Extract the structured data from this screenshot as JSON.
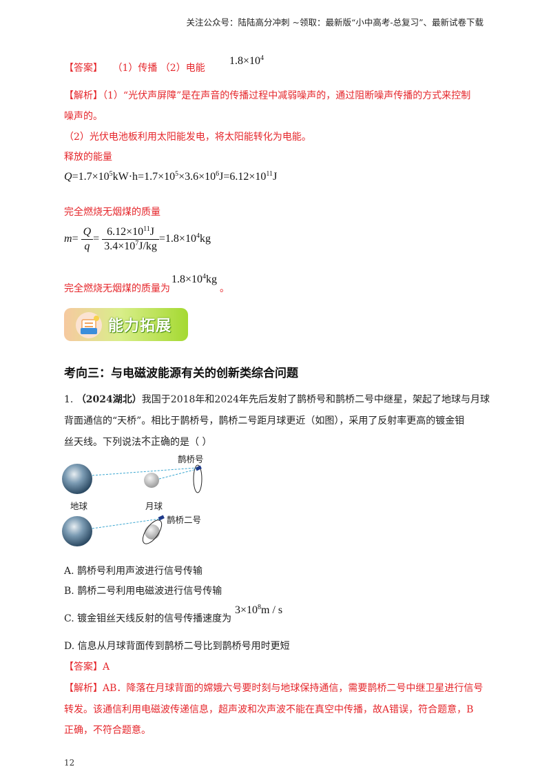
{
  "header": "关注公众号：陆陆高分冲刺  ~领取：最新版“小中高考-总复习”、最新试卷下载",
  "answer1": {
    "tag": "【答案】",
    "parts": "（1）传播  （2）电能",
    "value": "1.8×10",
    "value_exp": "4"
  },
  "analysis1": {
    "tag": "【解析】",
    "line1": "（1）“光伏声屏障”是在声音的传播过程中减弱噪声的，通过阻断噪声传播的方式来控制",
    "line2": "噪声的。",
    "line3": "（2）光伏电池板利用太阳能发电，将太阳能转化为电能。",
    "line4": "释放的能量",
    "eq1": {
      "q": "Q",
      "a": "=1.7×10",
      "a_exp": "5",
      "b": "kW·h=1.7×10",
      "b_exp": "5",
      "c": "×3.6×10",
      "c_exp": "6",
      "d": "J=6.12×10",
      "d_exp": "11",
      "e": "J"
    },
    "line5": "完全燃烧无烟煤的质量",
    "eq2": {
      "m": "m",
      "eq": "=",
      "Q": "Q",
      "q": "q",
      "num": "6.12×10",
      "num_exp": "11",
      "num_unit": "J",
      "den": "3.4×10",
      "den_exp": "7",
      "den_unit": "J/kg",
      "res": "=1.8×10",
      "res_exp": "4",
      "res_unit": "kg"
    },
    "line6": "完全燃烧无烟煤的质量为",
    "line6_val": "1.8×10",
    "line6_exp": "4",
    "line6_unit": "kg",
    "line6_end": "。"
  },
  "banner": {
    "title": "能力拓展"
  },
  "section_title": "考向三：与电磁波能源有关的创新类综合问题",
  "question": {
    "num": "1.",
    "source": "（2024湖北）",
    "line1": "我国于2018年和2024年先后发射了鹊桥号和鹊桥二号中继星，架起了地球与月球",
    "line2": "背面通信的“天桥”。相比于鹊桥号，鹊桥二号距月球更近（如图），采用了反射率更高的镀金钼",
    "line3a": "丝天线。下列说法",
    "line3_dotted": [
      "不",
      "正",
      "确"
    ],
    "line3b": "的是（    ）",
    "labels": {
      "queqiao": "鹊桥号",
      "earth": "地球",
      "moon": "月球",
      "queqiao2": "鹊桥二号"
    },
    "options": {
      "A": "A. 鹊桥号利用声波进行信号传输",
      "B": "B. 鹊桥二号利用电磁波进行信号传输",
      "C": "C. 镀金钼丝天线反射的信号传播速度为",
      "C_val": "3×10",
      "C_exp": "8",
      "C_unit": "m / s",
      "D": "D. 信息从月球背面传到鹊桥二号比到鹊桥号用时更短"
    }
  },
  "answer2": {
    "tag": "【答案】",
    "value": "A"
  },
  "analysis2": {
    "tag": "【解析】",
    "line1": "AB．降落在月球背面的嫦娥六号要时刻与地球保持通信，需要鹊桥二号中继卫星进行信号",
    "line2": "转发。该通信利用电磁波传递信息，超声波和次声波不能在真空中传播，故A错误，符合题意，B",
    "line3": "正确，不符合题意。"
  },
  "page_number": "12"
}
